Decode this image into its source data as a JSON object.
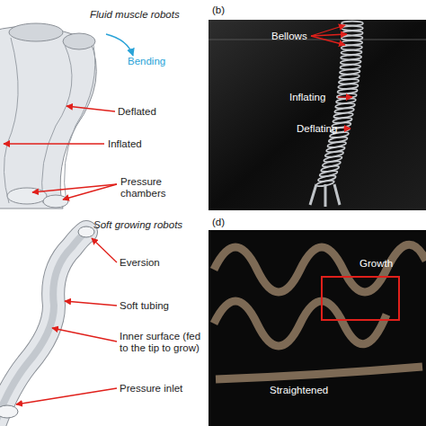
{
  "diagram": {
    "labels": [
      "Fluid muscle robots",
      "Bending",
      "Deflated",
      "Inflated",
      "Pressure chambers",
      "(b)",
      "Bellows",
      "Inflating",
      "Deflating",
      "Soft growing robots",
      "Eversion",
      "Soft tubing",
      "Inner surface (fed to the tip to grow)",
      "Pressure inlet",
      "(d)",
      "Growth",
      "Straightened"
    ]
  }
}
